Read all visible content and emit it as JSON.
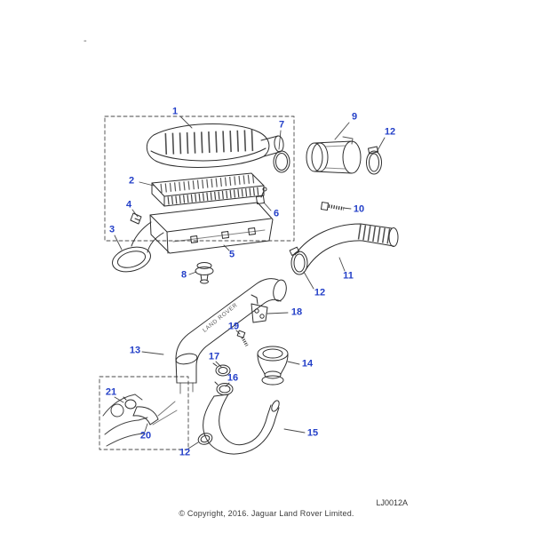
{
  "meta": {
    "corner_mark": "-",
    "diagram_code": "LJ0012A",
    "copyright": "© Copyright, 2016. Jaguar Land Rover Limited."
  },
  "colors": {
    "background": "#ffffff",
    "callout_blue": "#2440c8",
    "line_art": "#2e2e2e"
  },
  "diagram": {
    "duct_text": "LAND ROVER",
    "callouts": [
      {
        "label": "1"
      },
      {
        "label": "7"
      },
      {
        "label": "9"
      },
      {
        "label": "12"
      },
      {
        "label": "2"
      },
      {
        "label": "4"
      },
      {
        "label": "6"
      },
      {
        "label": "10"
      },
      {
        "label": "3"
      },
      {
        "label": "5"
      },
      {
        "label": "8"
      },
      {
        "label": "11"
      },
      {
        "label": "12"
      },
      {
        "label": "18"
      },
      {
        "label": "19"
      },
      {
        "label": "13"
      },
      {
        "label": "17"
      },
      {
        "label": "14"
      },
      {
        "label": "16"
      },
      {
        "label": "21"
      },
      {
        "label": "20"
      },
      {
        "label": "15"
      },
      {
        "label": "12"
      }
    ]
  }
}
